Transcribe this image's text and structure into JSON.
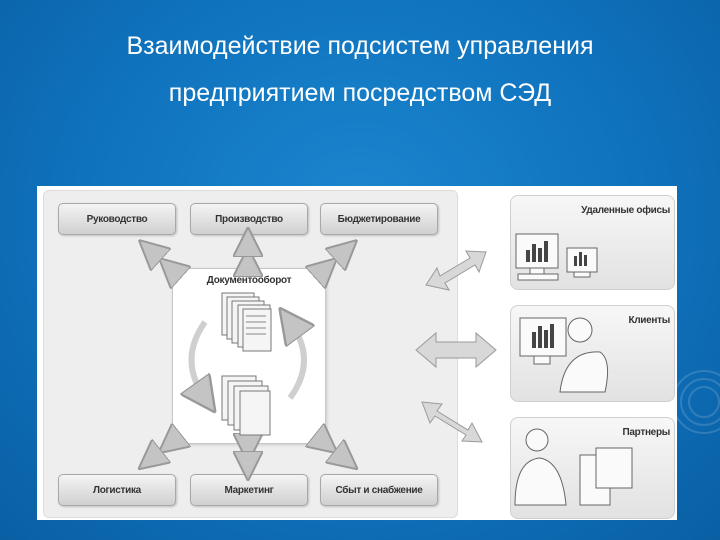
{
  "slide": {
    "title_line1": "Взаимодействие подсистем управления",
    "title_line2": "предприятием посредством СЭД"
  },
  "modules": {
    "top": [
      "Руководство",
      "Производство",
      "Бюджетирование"
    ],
    "bottom": [
      "Логистика",
      "Маркетинг",
      "Сбыт и снабжение"
    ]
  },
  "center": {
    "title": "Документооборот"
  },
  "external": [
    "Удаленные офисы",
    "Клиенты",
    "Партнеры"
  ],
  "colors": {
    "background": "#0d6fb8",
    "title": "#ffffff",
    "module_fill": "#d9d9d9",
    "arrow": "#bfbfbf"
  }
}
